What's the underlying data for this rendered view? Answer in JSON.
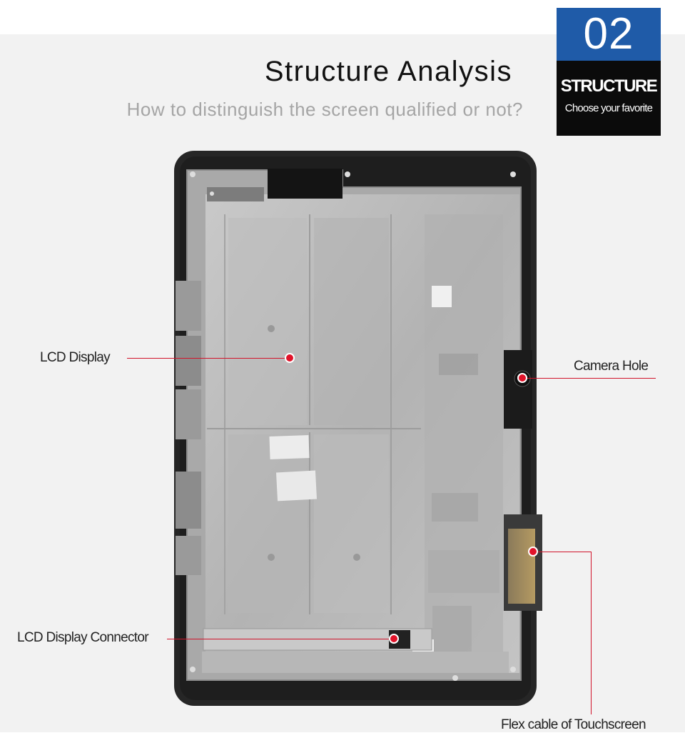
{
  "badge": {
    "number": "02",
    "title": "STRUCTURE",
    "subtitle": "Choose your favorite"
  },
  "heading": {
    "title": "Structure Analysis",
    "subtitle": "How to distinguish the screen qualified or not?"
  },
  "callouts": [
    {
      "label": "LCD Display"
    },
    {
      "label": "Camera Hole"
    },
    {
      "label": "LCD Display Connector"
    },
    {
      "label": "Flex cable of Touchscreen"
    }
  ],
  "colors": {
    "accent_red": "#e1132a",
    "badge_blue": "#1f5ba8",
    "badge_black": "#0b0b0b",
    "frame": "#2a2a2a",
    "metal": "#b8b8b8"
  }
}
